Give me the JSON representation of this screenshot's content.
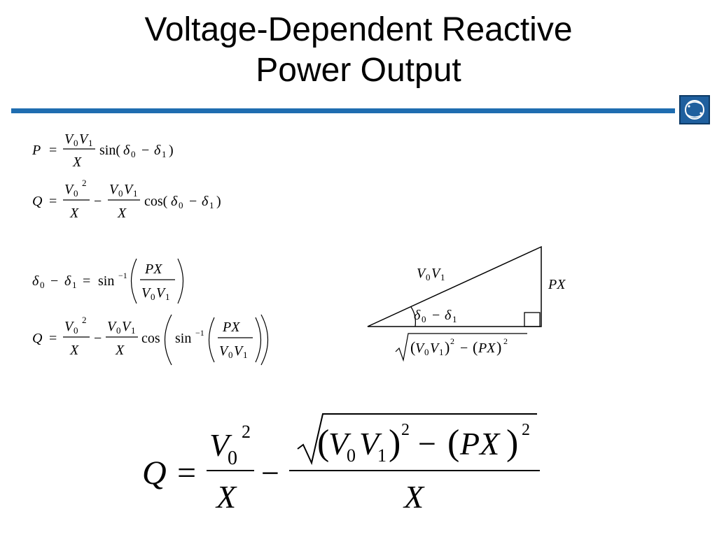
{
  "slide": {
    "title_line1": "Voltage-Dependent Reactive",
    "title_line2": "Power Output"
  },
  "equations": {
    "eq1": "P = (V0 V1 / X) sin(δ0 − δ1)",
    "eq2": "Q = V0^2 / X − (V0 V1 / X) cos(δ0 − δ1)",
    "eq3": "δ0 − δ1 = sin^-1(PX / (V0 V1))",
    "eq4": "Q = V0^2 / X − (V0 V1 / X) cos(sin^-1(PX / (V0 V1)))",
    "final": "Q = V0^2 / X − sqrt((V0 V1)^2 − (PX)^2) / X"
  },
  "triangle": {
    "hypotenuse_label": "V0V1",
    "side_label": "PX",
    "angle_label": "δ0 − δ1",
    "base_label": "√((V0V1)^2 − (PX)^2)"
  },
  "colors": {
    "rule": "#1f6db0",
    "logo": "#1f5f9e"
  },
  "icons": {
    "logo": "globe-logo-icon"
  }
}
